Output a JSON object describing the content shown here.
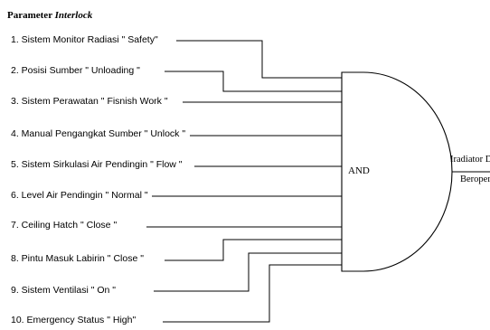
{
  "header": {
    "title_prefix": "Parameter",
    "title_emphasis": "Interlock"
  },
  "parameters": [
    "1. Sistem Monitor Radiasi \" Safety\"",
    "2. Posisi Sumber \" Unloading \"",
    "3. Sistem Perawatan \" Fisnish Work \"",
    "4. Manual Pengangkat Sumber \" Unlock \"",
    "5. Sistem Sirkulasi Air Pendingin \" Flow \"",
    "6. Level Air Pendingin \" Normal \"",
    "7. Ceiling Hatch \" Close \"",
    "8. Pintu Masuk Labirin \" Close \"",
    "9. Sistem Ventilasi \" On \"",
    "10. Emergency Status \" High\""
  ],
  "gate": {
    "label": "AND"
  },
  "output": {
    "line1": "Iradiator Dapat",
    "line2": "Beroperasi"
  }
}
